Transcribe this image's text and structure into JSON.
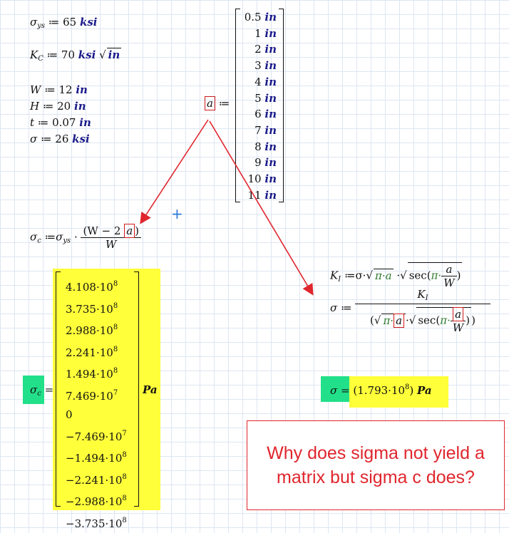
{
  "definitions": {
    "sigma_ys": {
      "symbol": "σ",
      "sub": "ys",
      "value": "65",
      "unit": "ksi"
    },
    "Kc": {
      "symbol": "K",
      "sub": "C",
      "value": "70",
      "unit": "ksi",
      "sqrt_unit": "in"
    },
    "W": {
      "symbol": "W",
      "value": "12",
      "unit": "in"
    },
    "H": {
      "symbol": "H",
      "value": "20",
      "unit": "in"
    },
    "t": {
      "symbol": "t",
      "value": "0.07",
      "unit": "in"
    },
    "sigma": {
      "symbol": "σ",
      "value": "26",
      "unit": "ksi"
    }
  },
  "a_vector": {
    "symbol": "a",
    "unit": "in",
    "values": [
      "0.5",
      "1",
      "2",
      "3",
      "4",
      "5",
      "6",
      "7",
      "8",
      "9",
      "10",
      "11"
    ]
  },
  "sigma_c_def": {
    "lhs": "σ",
    "lhs_sub": "c",
    "rhs_sym": "σ",
    "rhs_sub": "ys",
    "num_left": "(W − 2",
    "num_var": "a",
    "num_right": ")",
    "den": "W"
  },
  "sigma_c_result": {
    "lhs": "σ",
    "lhs_sub": "c",
    "unit": "Pa",
    "values": [
      {
        "mant": "4.108",
        "exp": "8"
      },
      {
        "mant": "3.735",
        "exp": "8"
      },
      {
        "mant": "2.988",
        "exp": "8"
      },
      {
        "mant": "2.241",
        "exp": "8"
      },
      {
        "mant": "1.494",
        "exp": "8"
      },
      {
        "mant": "7.469",
        "exp": "7"
      },
      {
        "mant": "0",
        "exp": ""
      },
      {
        "mant": "−7.469",
        "exp": "7"
      },
      {
        "mant": "−1.494",
        "exp": "8"
      },
      {
        "mant": "−2.241",
        "exp": "8"
      },
      {
        "mant": "−2.988",
        "exp": "8"
      },
      {
        "mant": "−3.735",
        "exp": "8"
      }
    ]
  },
  "KI_def": {
    "lhs": "K",
    "lhs_sub": "I",
    "pi": "π",
    "a": "a",
    "W": "W",
    "sec": "sec"
  },
  "sigma_def": {
    "lhs": "σ",
    "num": "K",
    "num_sub": "I"
  },
  "sigma_result": {
    "lhs": "σ",
    "mant": "1.793",
    "exp": "8",
    "unit": "Pa"
  },
  "annotation": {
    "text": "Why does sigma not yield a matrix but sigma c does?"
  },
  "colors": {
    "arrow": "#e0262e",
    "highlight_yellow": "#ffff3a",
    "highlight_green": "#22e089",
    "unit_blue": "#1b1b8a"
  }
}
